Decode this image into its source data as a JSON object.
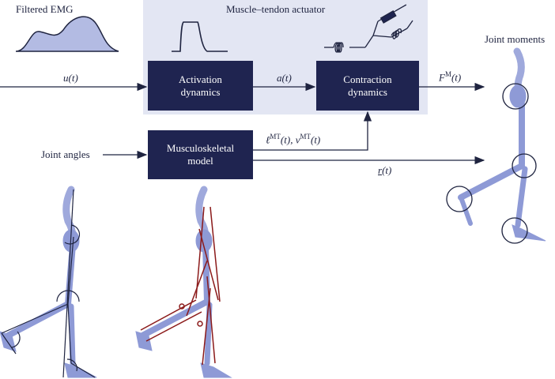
{
  "header": {
    "emg_title": "Filtered EMG",
    "actuator_title": "Muscle–tendon actuator"
  },
  "blocks": {
    "activation": [
      "Activation",
      "dynamics"
    ],
    "contraction": [
      "Contraction",
      "dynamics"
    ],
    "musculoskeletal": [
      "Musculoskeletal",
      "model"
    ]
  },
  "signals": {
    "u": {
      "sym": "u",
      "arg": "(t)"
    },
    "a": {
      "sym": "a",
      "arg": "(t)"
    },
    "F": {
      "sym": "F",
      "sup": "M",
      "arg": "(t)"
    },
    "lv": {
      "sym1": "ℓ",
      "sup1": "MT",
      "mid": "(t), ",
      "sym2": "v",
      "sup2": "MT",
      "arg": "(t)"
    },
    "r": {
      "sym": "r",
      "arg": "(t)"
    }
  },
  "labels": {
    "joint_angles": "Joint angles",
    "joint_moments": "Joint moments"
  },
  "colors": {
    "block": "#1f2450",
    "panel": "#e3e6f3",
    "bone": "#8e9ad6",
    "muscle": "#8b1a1a",
    "line": "#1f2440"
  }
}
